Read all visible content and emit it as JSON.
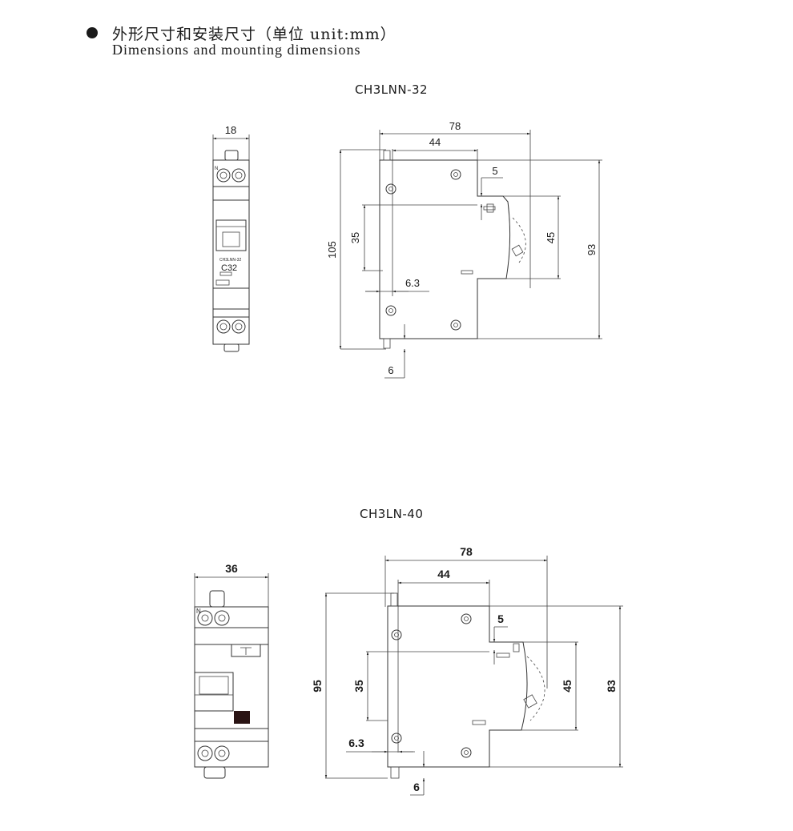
{
  "header": {
    "title_cn": "外形尺寸和安装尺寸（单位 unit:mm）",
    "title_en": "Dimensions and mounting dimensions"
  },
  "drawings": [
    {
      "model": "CH3LNN-32",
      "front": {
        "width": "18",
        "label_model": "CH3LNN-32",
        "label_rating": "C32",
        "pole_mark": "N"
      },
      "side": {
        "overall_depth": "78",
        "depth_to_step": "44",
        "step": "5",
        "overall_height": "105",
        "rail": "35",
        "front_face": "45",
        "body_height": "93",
        "rail_offset": "6.3",
        "clip": "6"
      }
    },
    {
      "model": "CH3LN-40",
      "front": {
        "width": "36",
        "pole_mark": "N"
      },
      "side": {
        "overall_depth": "78",
        "depth_to_step": "44",
        "step": "5",
        "overall_height": "95",
        "rail": "35",
        "front_face": "45",
        "body_height": "83",
        "rail_offset": "6.3",
        "clip": "6"
      }
    }
  ]
}
